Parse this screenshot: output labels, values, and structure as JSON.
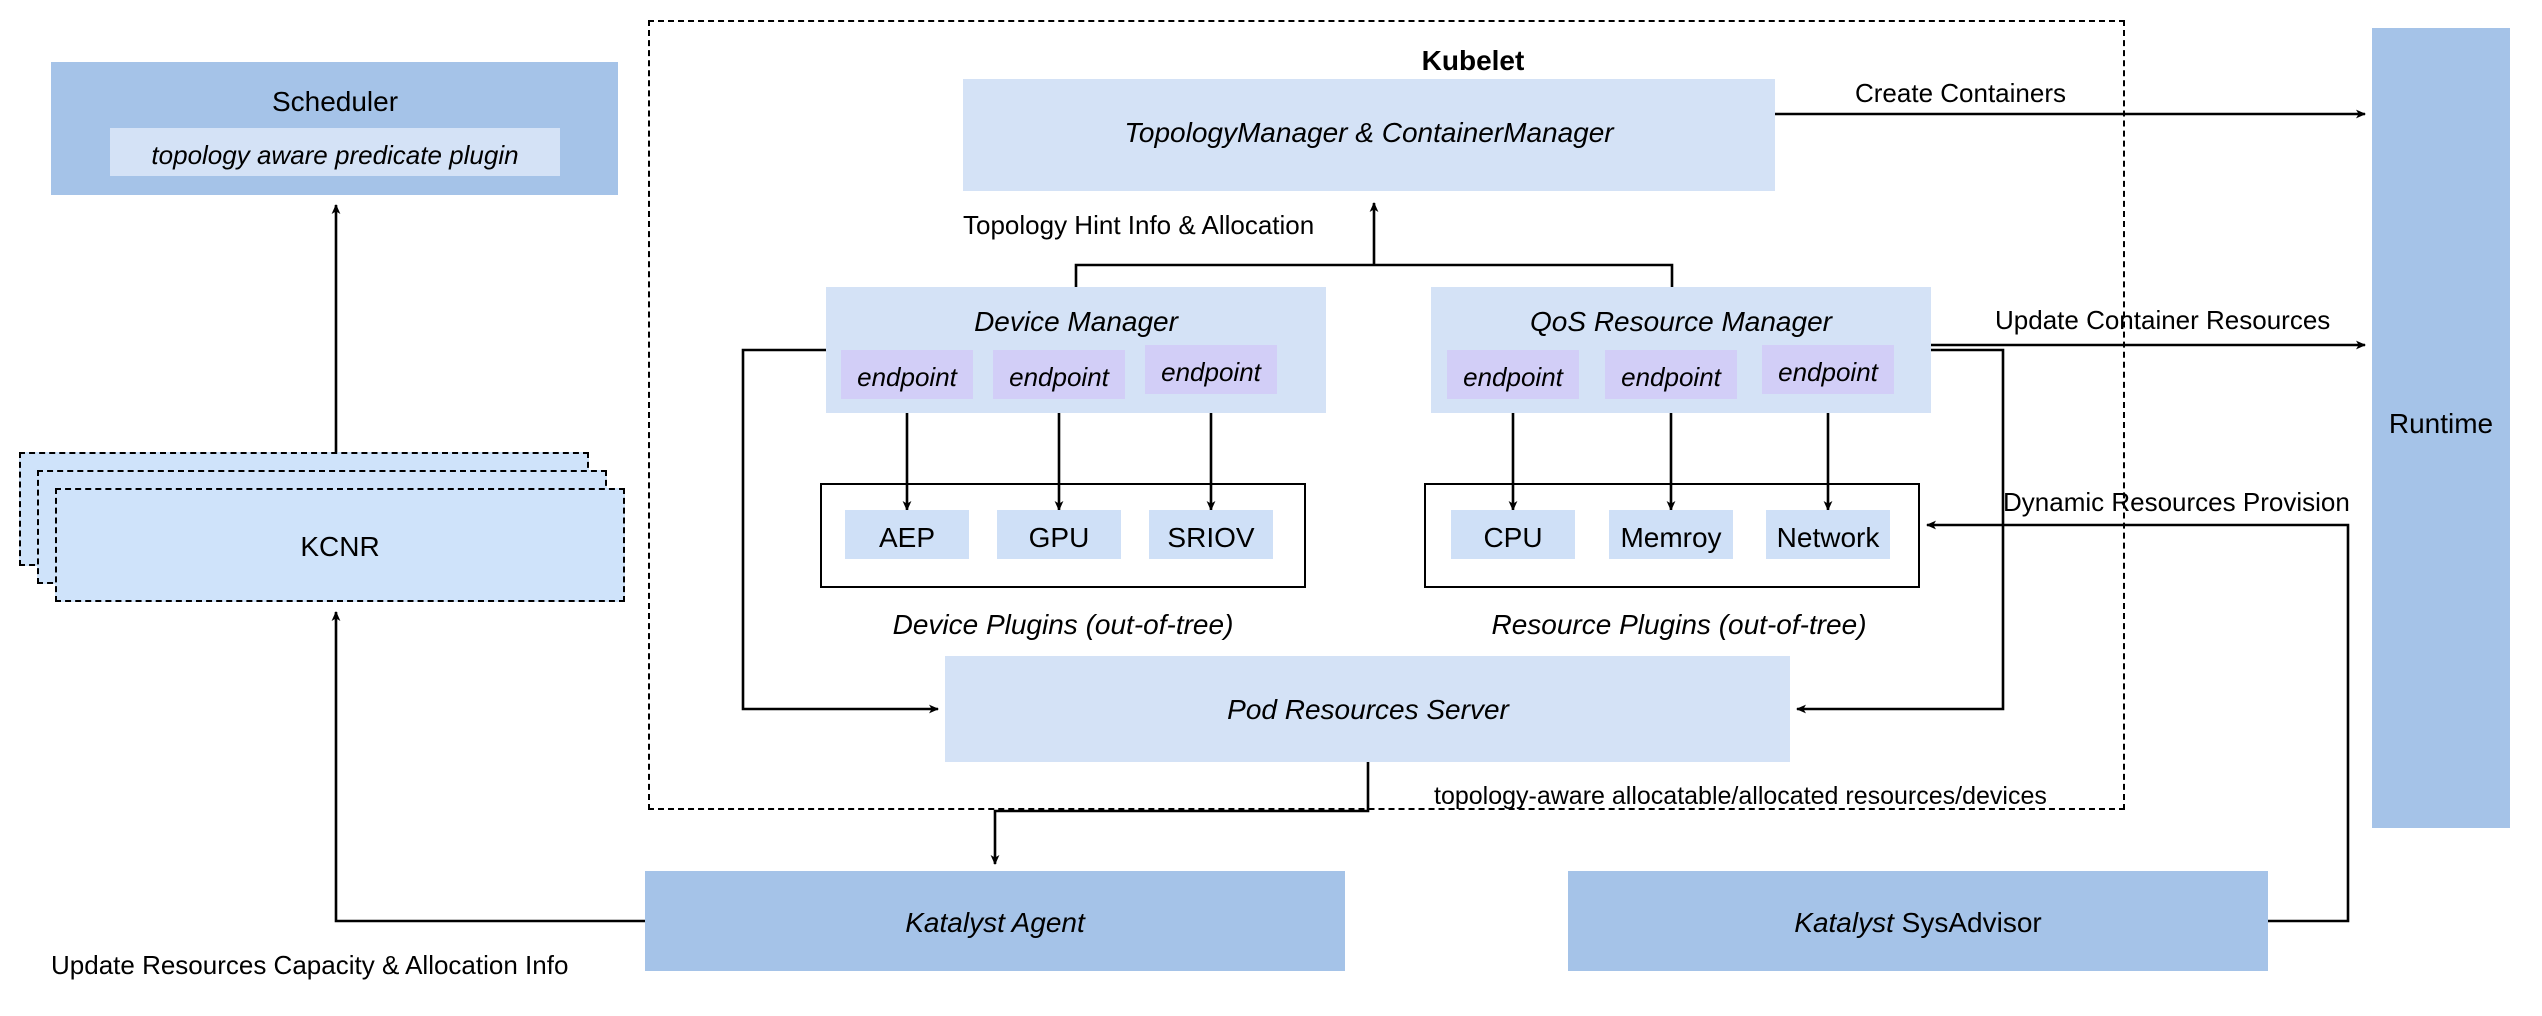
{
  "diagram": {
    "title_kubelet": "Kubelet",
    "scheduler": {
      "label": "Scheduler",
      "plugin_label": "topology aware predicate plugin"
    },
    "kcnr": {
      "label": "KCNR",
      "stack_count": 3
    },
    "topology_manager": {
      "label": "TopologyManager & ContainerManager"
    },
    "device_manager": {
      "label": "Device Manager",
      "endpoints": [
        "endpoint",
        "endpoint",
        "endpoint"
      ],
      "plugins_caption": "Device Plugins (out-of-tree)",
      "plugins": [
        "AEP",
        "GPU",
        "SRIOV"
      ]
    },
    "qos_resource_manager": {
      "label": "QoS Resource Manager",
      "endpoints": [
        "endpoint",
        "endpoint",
        "endpoint"
      ],
      "plugins_caption": "Resource Plugins (out-of-tree)",
      "plugins": [
        "CPU",
        "Memroy",
        "Network"
      ]
    },
    "pod_resources_server": {
      "label": "Pod Resources Server"
    },
    "katalyst_agent": {
      "label": "Katalyst Agent"
    },
    "katalyst_sysadvisor": {
      "label_italic": "Katalyst",
      "label_plain": "SysAdvisor"
    },
    "runtime": {
      "label": "Runtime"
    },
    "edge_labels": {
      "topology_hint": "Topology Hint Info & Allocation",
      "create_containers": "Create Containers",
      "update_container_resources": "Update Container Resources",
      "dynamic_resources_provision": "Dynamic Resources Provision",
      "topology_aware_alloc": "topology-aware allocatable/allocated resources/devices",
      "update_resources_capacity": "Update Resources Capacity & Allocation Info"
    },
    "colors": {
      "box_mid_blue": "#a5c3e8",
      "box_light_blue": "#d4e2f6",
      "box_pale_blue": "#cfe0f7",
      "endpoint_lavender": "#d2cef7",
      "kcnr_fill": "#cfe3fa",
      "stroke": "#000000",
      "background": "#ffffff"
    }
  }
}
